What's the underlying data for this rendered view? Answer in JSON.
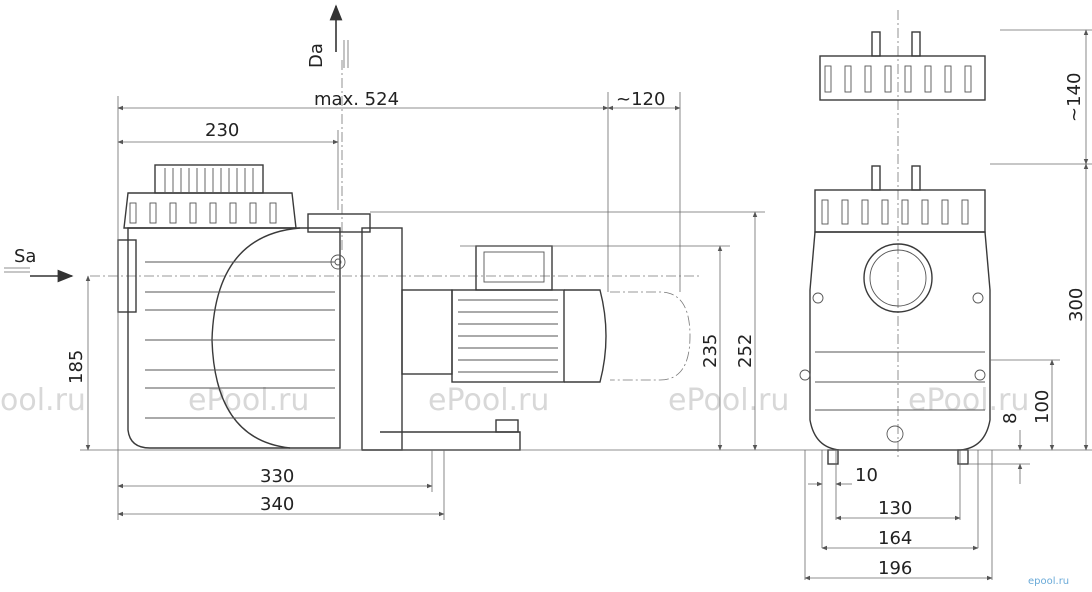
{
  "watermark": "ePool.ru",
  "watermark_left": "ool.ru",
  "logo_text": "epool.ru",
  "labels": {
    "da": "Da",
    "sa": "Sa",
    "max524": "max. 524",
    "d120": "~120",
    "d230": "230",
    "d185": "185",
    "d235": "235",
    "d252": "252",
    "d330": "330",
    "d340": "340",
    "d140": "~140",
    "d300": "300",
    "d100": "100",
    "d8": "8",
    "d10": "10",
    "d130": "130",
    "d164": "164",
    "d196": "196"
  }
}
